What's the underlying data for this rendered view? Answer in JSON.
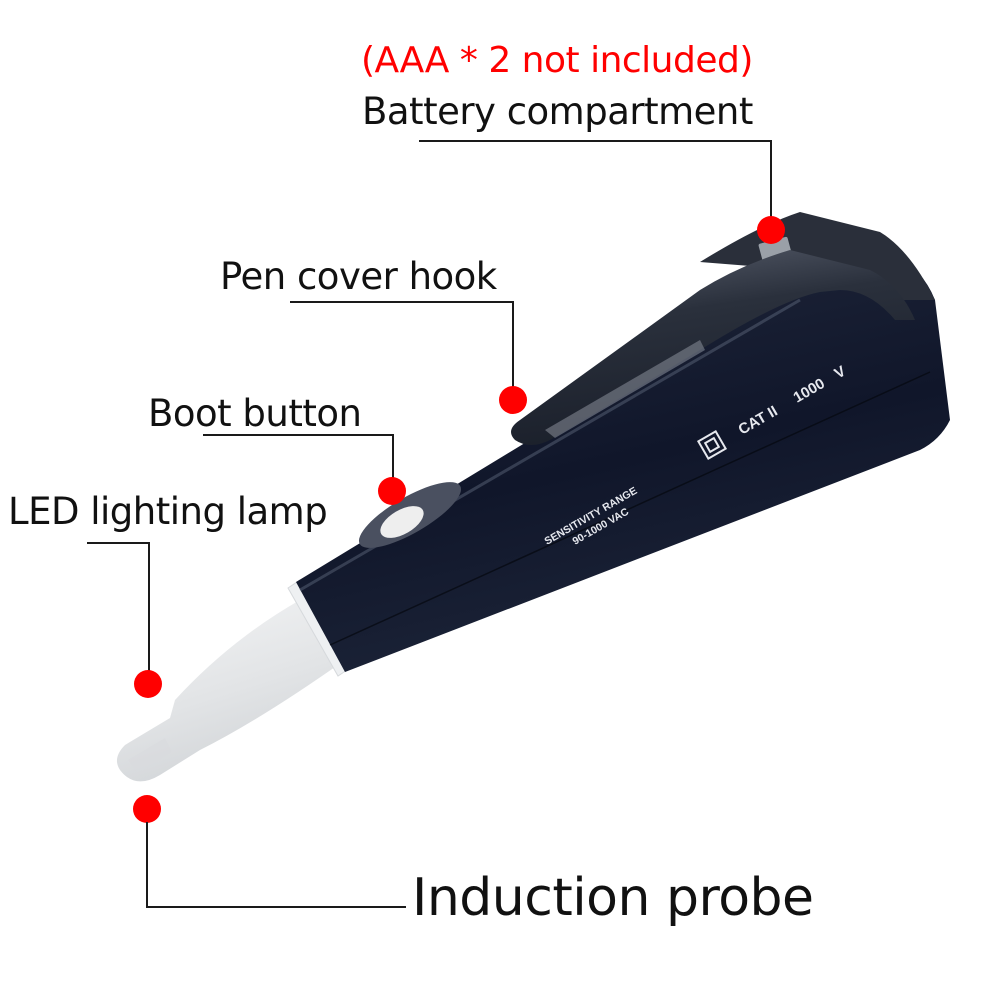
{
  "diagram": {
    "subject": "Non-contact voltage tester pen",
    "colors": {
      "background": "#ffffff",
      "annotation_dot": "#ff0000",
      "note_text": "#ff0000",
      "label_text": "#111111",
      "pen_body": "#131a2b",
      "pen_tip": "#e4e6e8"
    },
    "annotations": {
      "battery": {
        "note": "(AAA * 2 not included)",
        "label": "Battery compartment"
      },
      "hook": {
        "label": "Pen cover hook"
      },
      "button": {
        "label": "Boot button"
      },
      "led": {
        "label": "LED lighting lamp"
      },
      "probe": {
        "label": "Induction probe"
      }
    },
    "pen_markings": {
      "sensitivity_title": "SENSITIVITY RANGE",
      "sensitivity_range": "90-1000 VAC",
      "category": "CAT II",
      "rating": "1000",
      "rating_unit": "V",
      "double_insulation_symbol": "double-square-icon"
    }
  }
}
